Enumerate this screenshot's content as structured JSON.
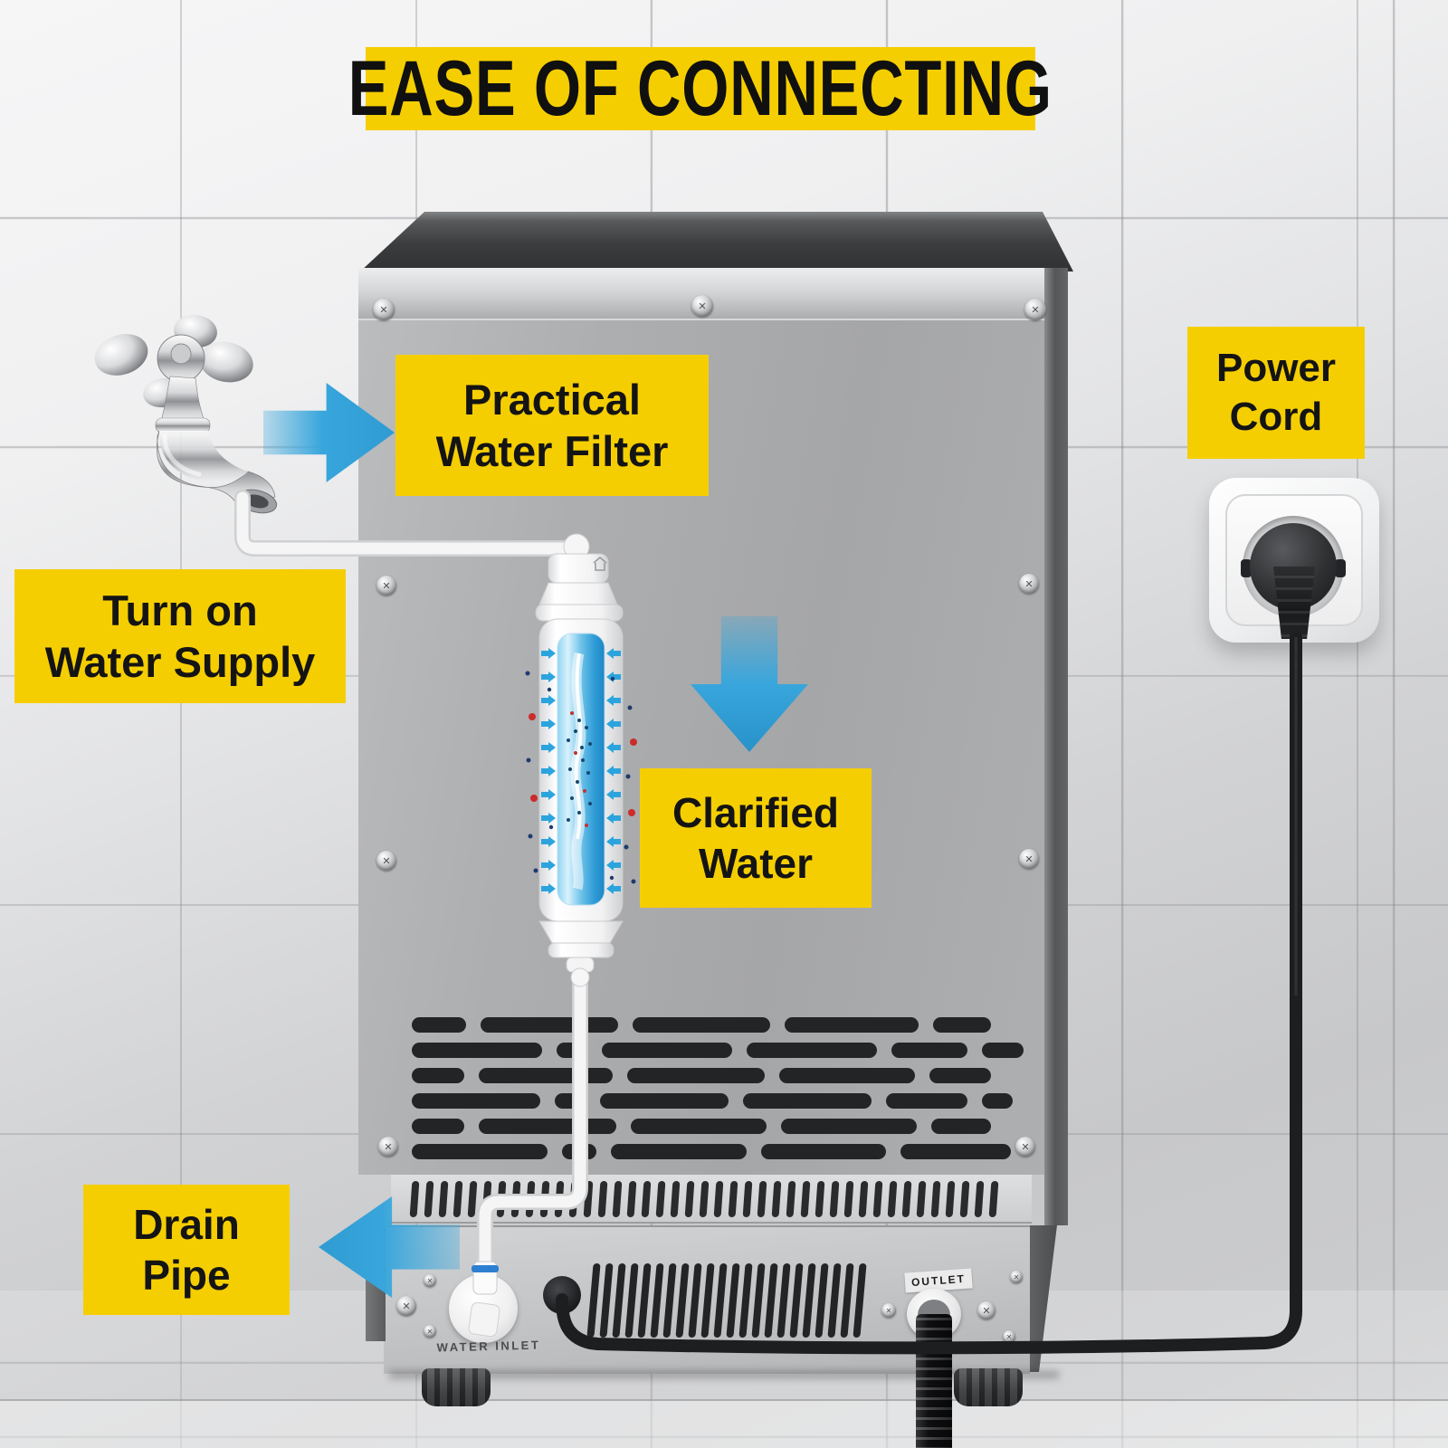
{
  "title": "EASE OF CONNECTING",
  "callouts": {
    "practical_water_filter": "Practical\nWater Filter",
    "turn_on_water_supply": "Turn on\nWater Supply",
    "power_cord": "Power\nCord",
    "clarified_water": "Clarified\nWater",
    "drain_pipe": "Drain\nPipe"
  },
  "machine_labels": {
    "water_inlet": "WATER INLET",
    "outlet": "OUTLET"
  },
  "colors": {
    "label_background": "#F5CE02",
    "label_text": "#141414",
    "arrow_blue": "#38A6DC"
  }
}
